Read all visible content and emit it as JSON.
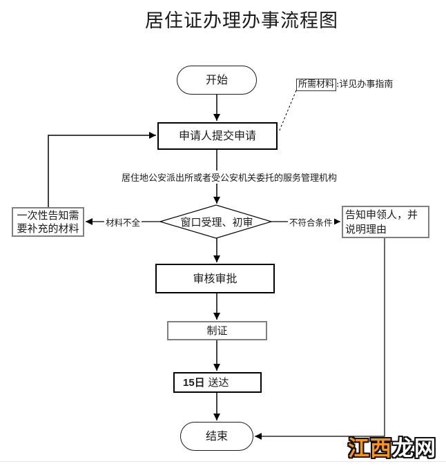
{
  "title": "居住证办理办事流程图",
  "nodes": {
    "start": "开始",
    "apply": "申请人提交申请",
    "decision": "窗口受理、初审",
    "review": "审核审批",
    "make_cert": "制证",
    "deliver_bold": "15日",
    "deliver_rest": " 送达",
    "end": "结束",
    "notify_supplement": "一次性告知需要补充的材料",
    "notify_reject": "告知申领人，并说明理由"
  },
  "labels": {
    "incomplete": "材料不全",
    "not_qualified": "不符合条件",
    "agency": "居住地公安派出所或者受公安机关委托的服务管理机构"
  },
  "note": {
    "highlight": "所需材料",
    "rest": ":详见办事指南"
  },
  "watermark": {
    "part1": "江西",
    "part2": "龙网",
    "part1_color": "#f7941d",
    "part2_color": "#ffffff"
  },
  "colors": {
    "line": "#000000",
    "gray_border": "#7f7f7f",
    "diamond_stroke": "#000000"
  }
}
